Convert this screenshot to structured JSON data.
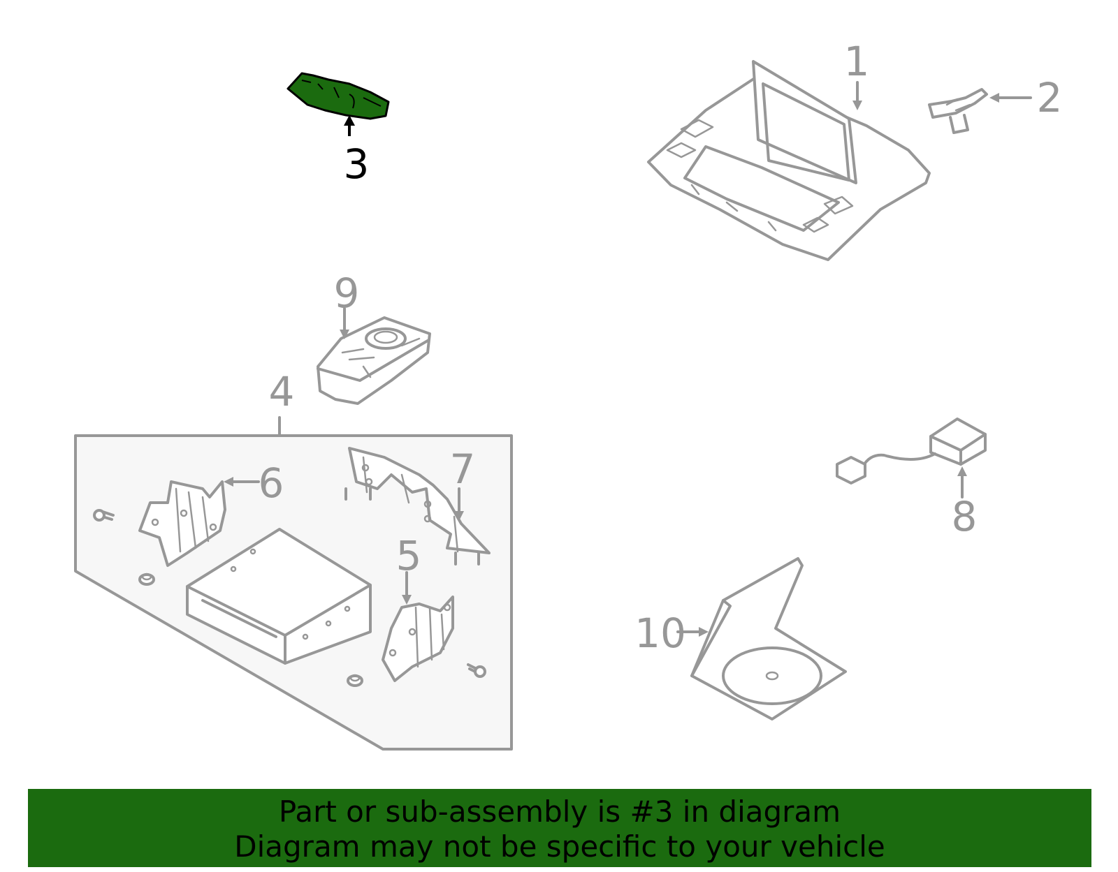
{
  "callouts": {
    "c1": "1",
    "c2": "2",
    "c3": "3",
    "c4": "4",
    "c5": "5",
    "c6": "6",
    "c7": "7",
    "c8": "8",
    "c9": "9",
    "c10": "10"
  },
  "highlighted_part": "3",
  "colors": {
    "highlight": "#1b6b0f",
    "line": "#979797",
    "panel": "#f7f7f7",
    "banner": "#1b6b0f"
  },
  "banner": {
    "line1": "Part or sub-assembly is #3 in diagram",
    "line2": "Diagram may not be specific to your vehicle"
  }
}
